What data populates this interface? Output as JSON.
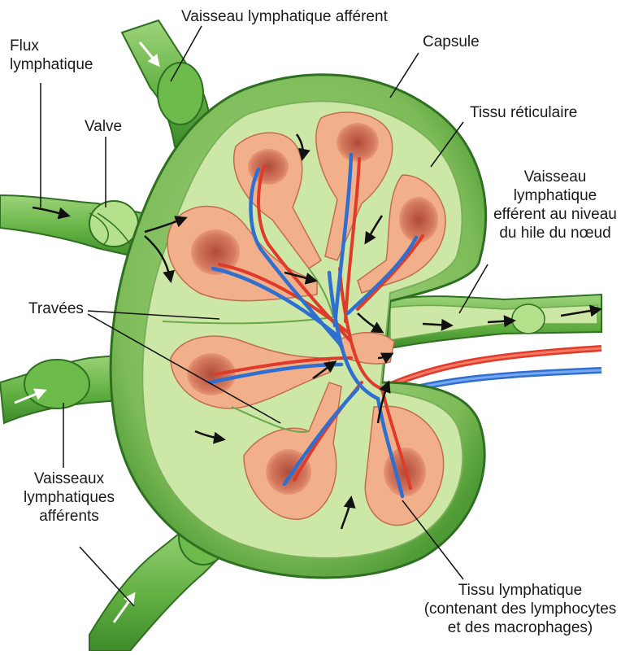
{
  "labels": {
    "flux": [
      "Flux",
      "lymphatique"
    ],
    "vaisseau_afferent": "Vaisseau lymphatique afférent",
    "capsule": "Capsule",
    "valve": "Valve",
    "tissu_reticulaire": "Tissu réticulaire",
    "vaisseau_efferent": [
      "Vaisseau",
      "lymphatique",
      "efférent au niveau",
      "du hile du nœud"
    ],
    "travees": "Travées",
    "vaisseaux_afferents": [
      "Vaisseaux",
      "lymphatiques",
      "afférents"
    ],
    "tissu_lymphatique": [
      "Tissu lymphatique",
      "(contenant des lymphocytes",
      "et des macrophages)"
    ]
  },
  "colors": {
    "capsule_green": "#8cc66a",
    "vessel_green": "#5fae3f",
    "sinus_green": "#cde7a6",
    "tissue_peach": "#f2b08a",
    "follicle_red": "#c9604a",
    "artery_red": "#e03a2a",
    "vein_blue": "#2f6fd0",
    "arrow_black": "#111111"
  }
}
